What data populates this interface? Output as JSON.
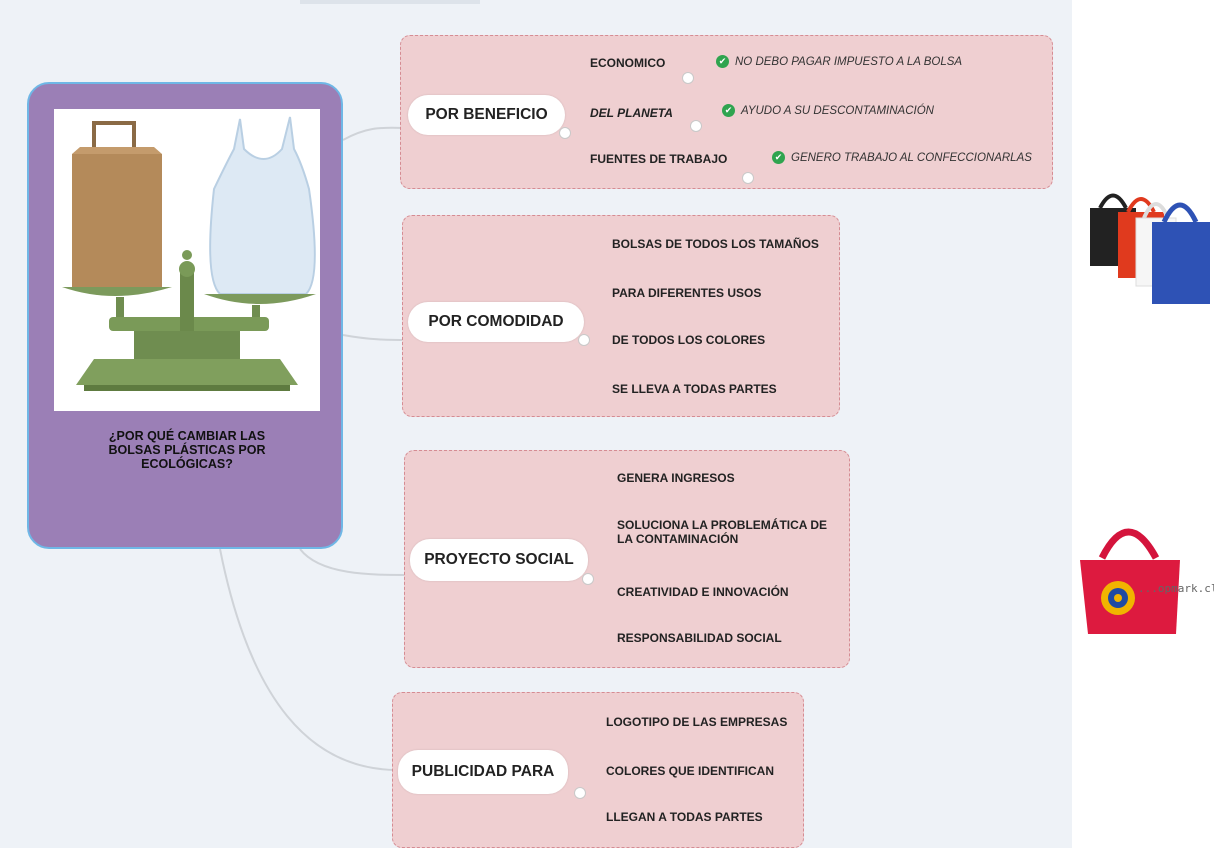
{
  "central": {
    "title": "¿POR QUÉ CAMBIAR LAS BOLSAS PLÁSTICAS POR ECOLÓGICAS?",
    "image": "balance-scale-paper-bag-vs-plastic-bag"
  },
  "branches": [
    {
      "label": "POR BENEFICIO",
      "items": [
        {
          "label": "ECONOMICO",
          "note": "NO DEBO PAGAR IMPUESTO A LA BOLSA"
        },
        {
          "label": "DEL PLANETA",
          "note": "AYUDO A SU DESCONTAMINACIÓN"
        },
        {
          "label": "FUENTES DE TRABAJO",
          "note": "GENERO TRABAJO AL CONFECCIONARLAS"
        }
      ]
    },
    {
      "label": "POR COMODIDAD",
      "items": [
        {
          "label": "BOLSAS DE TODOS LOS TAMAÑOS"
        },
        {
          "label": "PARA DIFERENTES USOS"
        },
        {
          "label": "DE TODOS LOS COLORES"
        },
        {
          "label": "SE LLEVA A TODAS PARTES"
        }
      ]
    },
    {
      "label": "PROYECTO SOCIAL",
      "items": [
        {
          "label": "GENERA INGRESOS"
        },
        {
          "label": "SOLUCIONA LA PROBLEMÁTICA DE LA CONTAMINACIÓN"
        },
        {
          "label": "CREATIVIDAD E INNOVACIÓN"
        },
        {
          "label": "RESPONSABILIDAD SOCIAL"
        }
      ]
    },
    {
      "label": "PUBLICIDAD PARA",
      "items": [
        {
          "label": "LOGOTIPO DE LAS EMPRESAS"
        },
        {
          "label": "COLORES QUE IDENTIFICAN"
        },
        {
          "label": "LLEGAN A TODAS PARTES"
        }
      ]
    }
  ],
  "side_images": [
    {
      "name": "colorful-tote-bags"
    },
    {
      "name": "red-tote-bag-rotary",
      "watermark": "...opmark.cl"
    }
  ],
  "colors": {
    "canvas": "#eef2f7",
    "central_fill": "#9b7fb6",
    "central_border": "#6fb7e6",
    "group_fill": "#efcfd1",
    "group_border": "#d58c93",
    "check": "#2fa44f"
  }
}
